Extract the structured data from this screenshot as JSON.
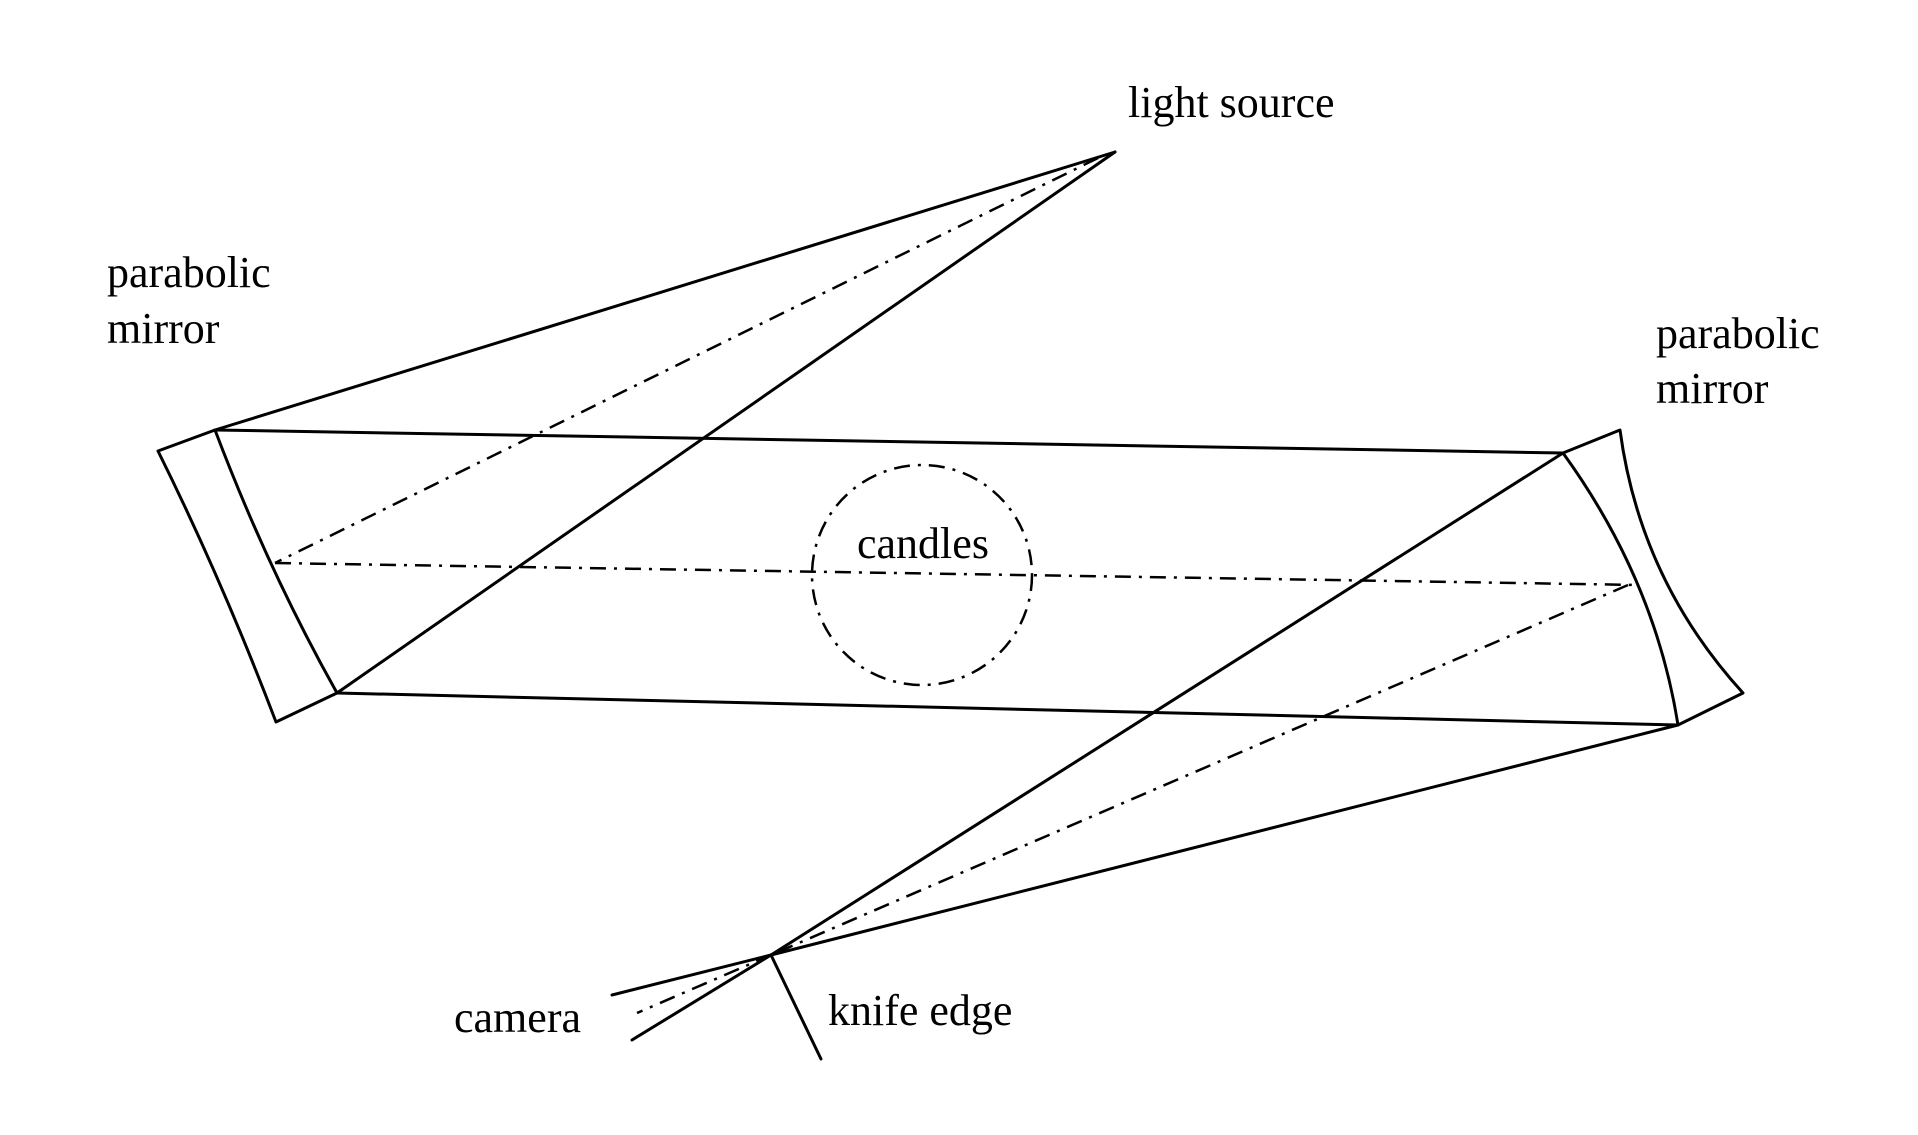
{
  "labels": {
    "light_source": "light source",
    "left_mirror": [
      "parabolic",
      "mirror"
    ],
    "right_mirror": [
      "parabolic",
      "mirror"
    ],
    "candles": "candles",
    "camera": "camera",
    "knife_edge": "knife edge"
  }
}
